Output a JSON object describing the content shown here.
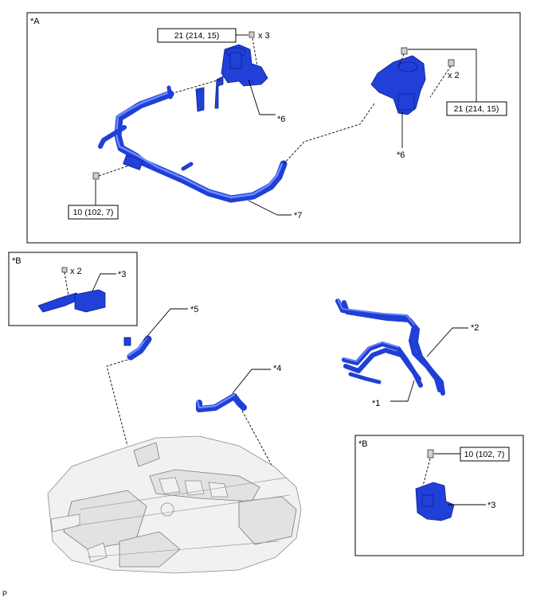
{
  "figure": {
    "view_a": {
      "label": "*A",
      "torque_top": "21 (214, 15)",
      "qty_top": "x 3",
      "torque_right": "21 (214, 15)",
      "qty_right": "x 2",
      "torque_left": "10 (102, 7)",
      "callout_6a": "*6",
      "callout_6b": "*6",
      "callout_7": "*7"
    },
    "view_b_top": {
      "label": "*B",
      "qty": "x 2",
      "callout_3": "*3"
    },
    "main": {
      "callout_5": "*5",
      "callout_4": "*4",
      "callout_2": "*2",
      "callout_1": "*1"
    },
    "view_b_bottom": {
      "label": "*B",
      "torque": "10 (102, 7)",
      "callout_3": "*3"
    },
    "corner_mark": "P"
  },
  "colors": {
    "part_blue": "#2040d8",
    "frame": "#000000",
    "engine_gray": "#e6e6e6"
  }
}
